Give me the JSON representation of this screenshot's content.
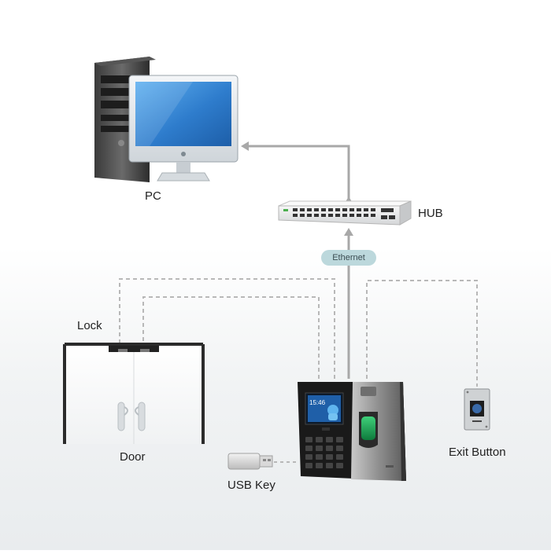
{
  "labels": {
    "pc": "PC",
    "hub": "HUB",
    "ethernet": "Ethernet",
    "lock": "Lock",
    "door": "Door",
    "usb_key": "USB Key",
    "exit_button": "Exit Button"
  },
  "device_screen": {
    "time": "15:46"
  },
  "colors": {
    "line_gray": "#a8a8a8",
    "dashed_gray": "#b8b8b8",
    "monitor_blue": "#2f7fd0",
    "ethernet_pill": "#bcd8dc",
    "tower_dark": "#2a2a2a",
    "device_black": "#1a1a1a",
    "device_silver": "#9c9c9c"
  }
}
